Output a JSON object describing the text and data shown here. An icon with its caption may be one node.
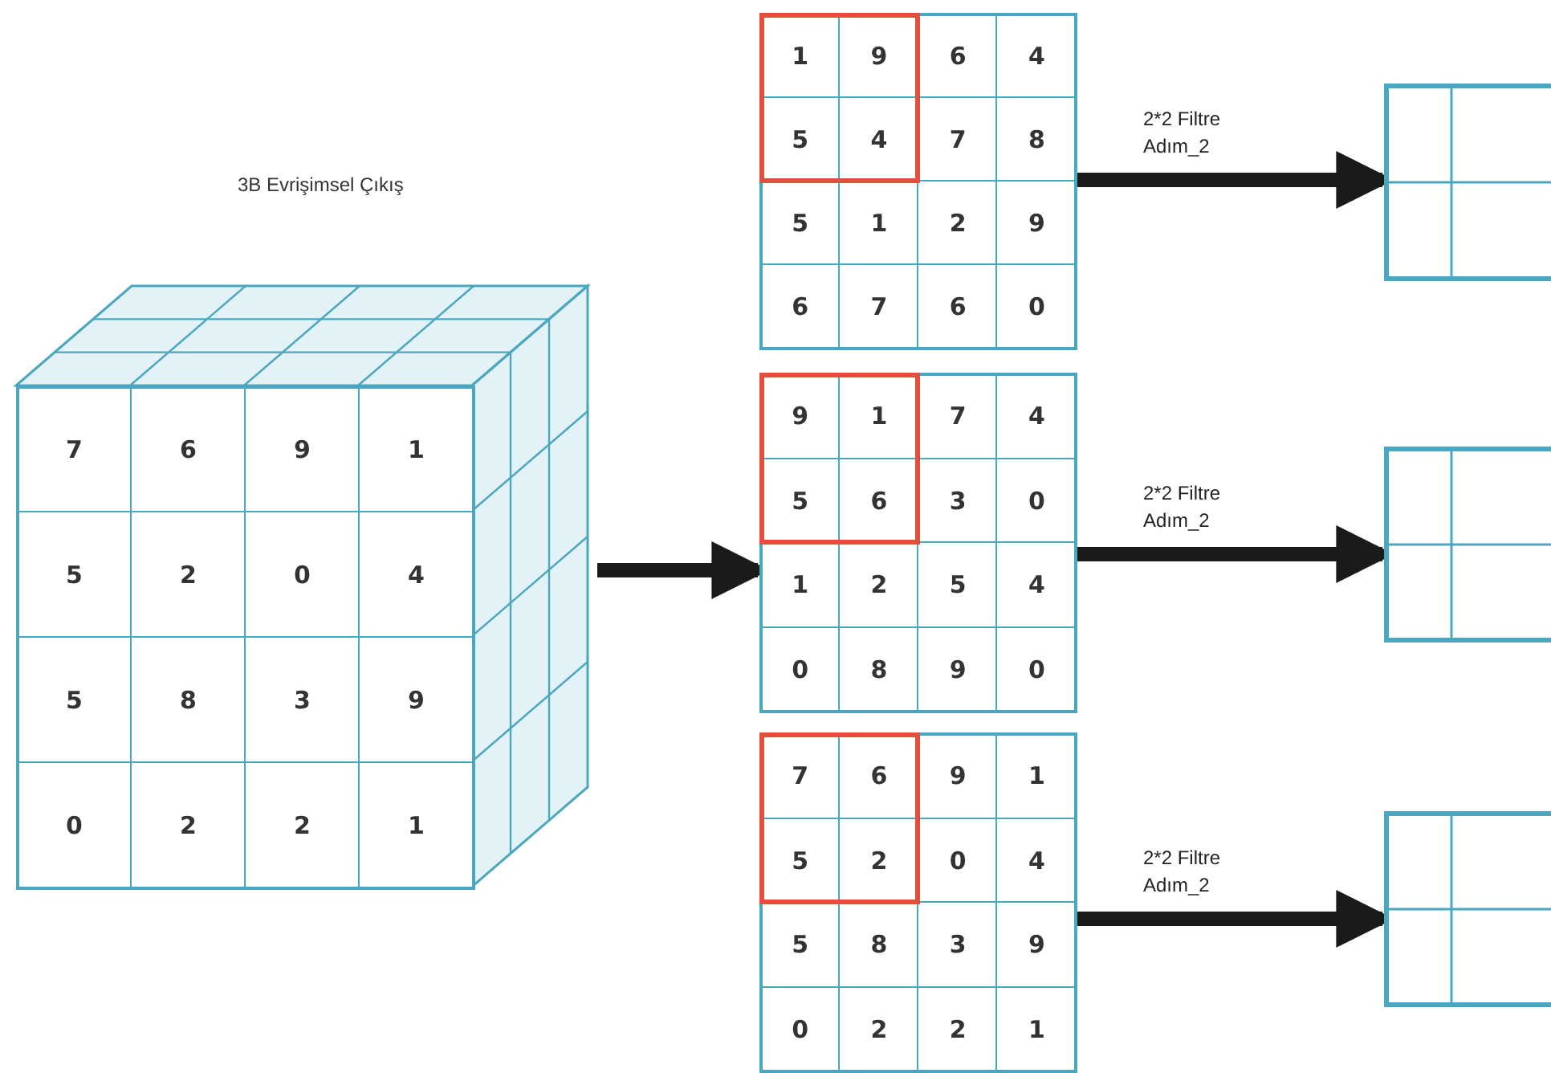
{
  "diagram": {
    "nodes": [
      {
        "text": [
          "3B Evrişimsel Çıkış",
          "7",
          "6",
          "9",
          "1",
          "5",
          "2",
          "0",
          "4",
          "5",
          "8",
          "3",
          "9",
          "0",
          "2",
          "2",
          "1"
        ]
      },
      {
        "text": [
          "1",
          "9",
          "6",
          "4",
          "5",
          "4",
          "7",
          "8",
          "5",
          "1",
          "2",
          "9",
          "6",
          "7",
          "6",
          "0"
        ]
      },
      {
        "text": [
          "9",
          "1",
          "7",
          "4",
          "5",
          "6",
          "3",
          "0",
          "1",
          "2",
          "5",
          "4",
          "0",
          "8",
          "9",
          "0"
        ]
      },
      {
        "text": [
          "7",
          "6",
          "9",
          "1",
          "5",
          "2",
          "0",
          "4",
          "5",
          "8",
          "3",
          "9",
          "0",
          "2",
          "2",
          "1"
        ]
      },
      {
        "text": [],
        "shape": "box"
      },
      {
        "text": [],
        "shape": "box"
      },
      {
        "text": [],
        "shape": "box"
      }
    ],
    "edges": [
      {
        "from": 0,
        "to": 2,
        "arrow": "to"
      },
      {
        "from": 1,
        "to": 4,
        "arrow": "to",
        "label": "2*2 Filtre Adım_2"
      },
      {
        "from": 2,
        "to": 5,
        "arrow": "to",
        "label": "2*2 Filtre Adım_2"
      },
      {
        "from": 3,
        "to": 6,
        "arrow": "to",
        "label": "2*2 Filtre Adım_2"
      }
    ]
  }
}
